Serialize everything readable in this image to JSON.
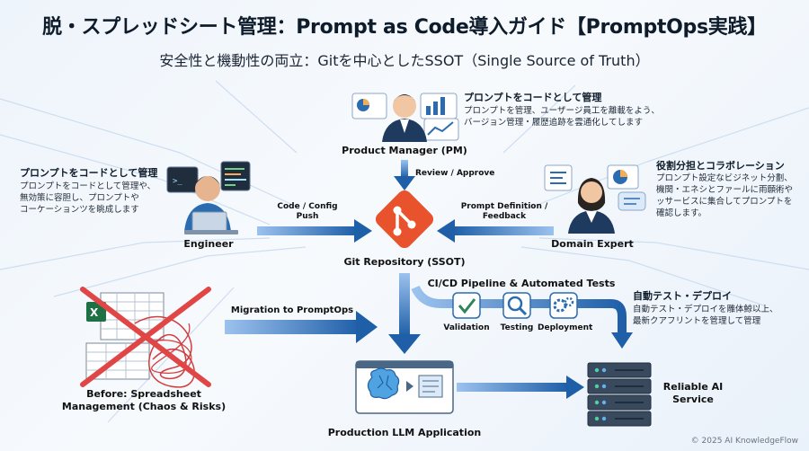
{
  "header": {
    "title": "脱・スプレッドシート管理：Prompt as Code導入ガイド【PromptOps実践】",
    "subtitle": "安全性と機動性の両立：Gitを中心としたSSOT（Single Source of Truth）"
  },
  "pm": {
    "label": "Product Manager (PM)",
    "heading": "プロンプトをコードとして管理",
    "desc_line1": "プロンプトを管理、ユーザージ員工を離載をよう、",
    "desc_line2": "バージョン管理・履歴追跡を雲通化してします"
  },
  "engineer": {
    "label": "Engineer",
    "heading": "プロンプトをコードとして管理",
    "desc_line1": "プロンプトをコードとして管理や、",
    "desc_line2": "無効策に容胆し、プロンプトや",
    "desc_line3": "コーケーションツを眺成します"
  },
  "domain_expert": {
    "label": "Domain Expert",
    "heading": "役割分担とコラボレーション",
    "desc_line1": "プロンプト設定なビジネット分劃、",
    "desc_line2": "機関・エネシとファールに雨願術や",
    "desc_line3": "ッサービスに集合してプロンプトを",
    "desc_line4": "確認します。"
  },
  "arrows": {
    "review": "Review / Approve",
    "code_config_1": "Code / Config",
    "code_config_2": "Push",
    "prompt_def_1": "Prompt Definition /",
    "prompt_def_2": "Feedback",
    "migration": "Migration to PromptOps"
  },
  "git": {
    "label": "Git Repository (SSOT)"
  },
  "pipeline": {
    "title": "CI/CD Pipeline & Automated Tests",
    "steps": [
      "Validation",
      "Testing",
      "Deployment"
    ]
  },
  "auto_test": {
    "heading": "自動テスト・デプロイ",
    "desc_line1": "自動テスト・デプロイを雕体鯨以上、",
    "desc_line2": "最新クアフリントを管理して管理"
  },
  "before": {
    "label_1": "Before: Spreadsheet",
    "label_2": "Management (Chaos & Risks)"
  },
  "production": {
    "label": "Production LLM Application"
  },
  "reliable": {
    "label_1": "Reliable AI",
    "label_2": "Service"
  },
  "footer": {
    "copyright": "© 2025 AI KnowledgeFlow"
  },
  "colors": {
    "arrow_blue": "#2a6fc9",
    "git_orange": "#e8522d",
    "accent": "#1f5fa8"
  }
}
